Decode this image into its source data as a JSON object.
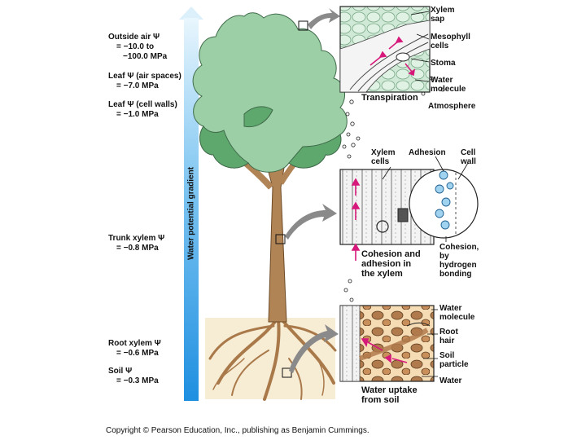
{
  "potentials": {
    "outside_air": {
      "line1": "Outside air Ψ",
      "line2": "= −10.0 to"
    },
    "outside_air_line3": "−100.0 MPa",
    "leaf_air": {
      "line1": "Leaf Ψ (air spaces)",
      "line2": "= −7.0 MPa"
    },
    "leaf_cell": {
      "line1": "Leaf Ψ (cell walls)",
      "line2": "= −1.0 MPa"
    },
    "trunk": {
      "line1": "Trunk xylem Ψ",
      "line2": "= −0.8 MPa"
    },
    "root": {
      "line1": "Root xylem Ψ",
      "line2": "= −0.6 MPa"
    },
    "soil": {
      "line1": "Soil Ψ",
      "line2": "= −0.3 MPa"
    }
  },
  "gradient_label": "Water potential gradient",
  "top_panel": {
    "xylem_sap": [
      "Xylem",
      "sap"
    ],
    "mesophyll": [
      "Mesophyll",
      "cells"
    ],
    "stoma": "Stoma",
    "water_molecule": [
      "Water",
      "molecule"
    ],
    "transpiration": "Transpiration",
    "atmosphere": "Atmosphere"
  },
  "middle_panel": {
    "xylem_cells": [
      "Xylem",
      "cells"
    ],
    "adhesion": "Adhesion",
    "cell_wall": [
      "Cell",
      "wall"
    ],
    "caption": [
      "Cohesion and",
      "adhesion in",
      "the xylem"
    ],
    "cohesion": [
      "Cohesion,",
      "by",
      "hydrogen",
      "bonding"
    ]
  },
  "bottom_panel": {
    "water_molecule": [
      "Water",
      "molecule"
    ],
    "root_hair": [
      "Root",
      "hair"
    ],
    "soil_particle": [
      "Soil",
      "particle"
    ],
    "water": "Water",
    "caption": [
      "Water uptake",
      "from soil"
    ]
  },
  "footer": "Copyright © Pearson Education, Inc., publishing as Benjamin Cummings.",
  "colors": {
    "leaf": "#9ccfa6",
    "trunk": "#b08455",
    "gradient": "#1f8fe0",
    "arrow": "#d6197a"
  }
}
